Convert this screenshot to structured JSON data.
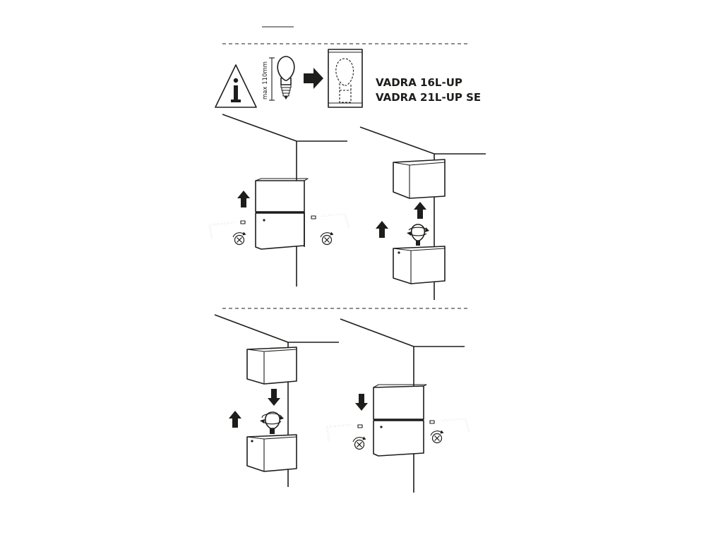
{
  "warning": {
    "dimension_label": "max 110mm"
  },
  "models": {
    "line1": "VADRA 16L-UP",
    "line2": "VADRA 21L-UP SE"
  },
  "colors": {
    "ink": "#1d1d1b",
    "background": "#ffffff"
  },
  "icons": {
    "warning": "warning-info-icon",
    "bulb": "light-bulb-icon",
    "arrow_up": "arrow-up-icon",
    "arrow_down": "arrow-down-icon",
    "arrow_right": "arrow-right-icon",
    "hex_key": "hex-key-icon",
    "screw": "screw-rotate-icon"
  }
}
